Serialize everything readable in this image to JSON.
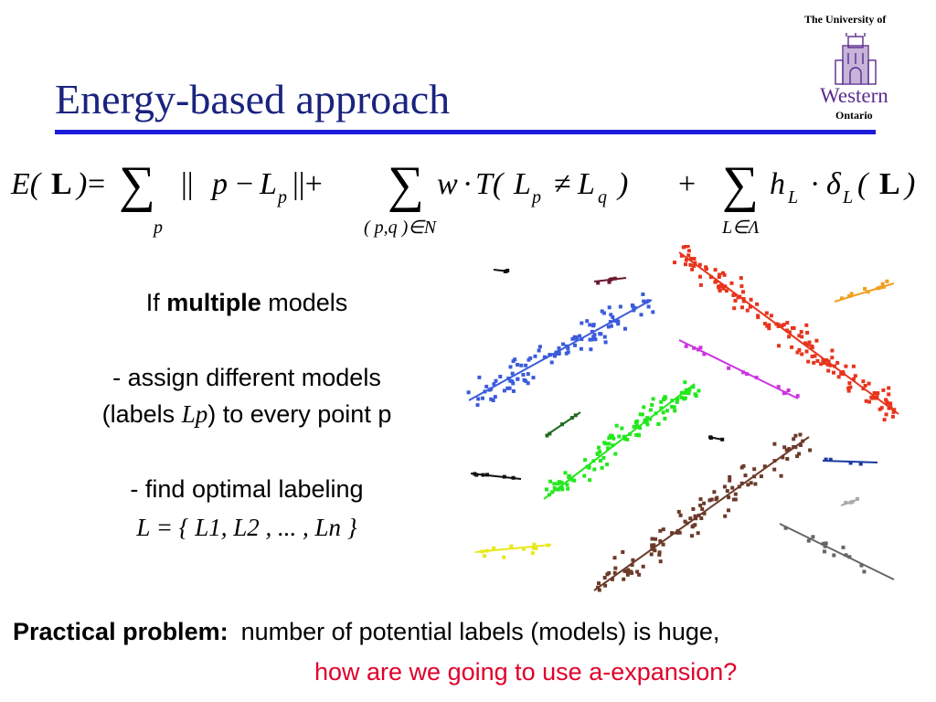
{
  "header": {
    "title": "Energy-based approach",
    "university_top": "The University of",
    "university_name": "Western",
    "university_sub": "Ontario"
  },
  "formula": {
    "lhs": "E( L ) =",
    "term1": "|| p − Lp ||+",
    "term1_sub": "p",
    "term2": "w · T( Lp ≠ Lq )",
    "term2_sub": "( p,q )∈N",
    "plus": "+",
    "term3": "hL · δL( L )",
    "term3_sub": "L∈Λ"
  },
  "body": {
    "p1_pre": "If",
    "p1_bold": "multiple",
    "p1_post": "models",
    "p2_line1": "- assign different models",
    "p2_line2_pre": "(labels",
    "p2_line2_var": "Lp",
    "p2_line2_post": ") to every point p",
    "p3_line1": "- find optimal labeling",
    "p3_line2": "L = { L1, L2 , ... , Ln }"
  },
  "footer": {
    "problem_label": "Practical problem:",
    "problem_text": "number of potential labels (models) is huge,",
    "question": "how are we going to use a-expansion?"
  },
  "colors": {
    "title": "#1a237e",
    "rule": "#1b1bdc",
    "question": "#e0002a",
    "logo": "#5b2c8f"
  },
  "chart_data": {
    "type": "scatter",
    "clusters": [
      {
        "color": "#3b5bdb",
        "line": [
          [
            18,
            170
          ],
          [
            218,
            60
          ]
        ],
        "n": 110,
        "spread": 22
      },
      {
        "color": "#e8341c",
        "line": [
          [
            248,
            8
          ],
          [
            488,
            185
          ]
        ],
        "n": 150,
        "spread": 22
      },
      {
        "color": "#22e81c",
        "line": [
          [
            100,
            278
          ],
          [
            265,
            152
          ]
        ],
        "n": 110,
        "spread": 18
      },
      {
        "color": "#6b3a2a",
        "line": [
          [
            155,
            378
          ],
          [
            390,
            210
          ]
        ],
        "n": 110,
        "spread": 22
      },
      {
        "color": "#cc33e0",
        "line": [
          [
            248,
            104
          ],
          [
            378,
            168
          ]
        ],
        "n": 14,
        "spread": 8
      },
      {
        "color": "#f0a020",
        "line": [
          [
            418,
            62
          ],
          [
            483,
            42
          ]
        ],
        "n": 10,
        "spread": 6
      },
      {
        "color": "#e8e81c",
        "line": [
          [
            25,
            336
          ],
          [
            108,
            328
          ]
        ],
        "n": 12,
        "spread": 12
      },
      {
        "color": "#666666",
        "line": [
          [
            358,
            305
          ],
          [
            483,
            366
          ]
        ],
        "n": 14,
        "spread": 10
      },
      {
        "color": "#1a3aa0",
        "line": [
          [
            405,
            236
          ],
          [
            465,
            238
          ]
        ],
        "n": 4,
        "spread": 3
      },
      {
        "color": "#1f6b1f",
        "line": [
          [
            103,
            208
          ],
          [
            140,
            183
          ]
        ],
        "n": 5,
        "spread": 4
      },
      {
        "color": "#111111",
        "line": [
          [
            20,
            250
          ],
          [
            75,
            256
          ]
        ],
        "n": 6,
        "spread": 3
      },
      {
        "color": "#6b1a30",
        "line": [
          [
            155,
            40
          ],
          [
            190,
            36
          ]
        ],
        "n": 5,
        "spread": 3
      },
      {
        "color": "#111111",
        "line": [
          [
            45,
            27
          ],
          [
            62,
            29
          ]
        ],
        "n": 3,
        "spread": 2
      },
      {
        "color": "#111111",
        "line": [
          [
            280,
            210
          ],
          [
            296,
            213
          ]
        ],
        "n": 3,
        "spread": 2
      },
      {
        "color": "#aaaaaa",
        "line": [
          [
            425,
            285
          ],
          [
            445,
            278
          ]
        ],
        "n": 4,
        "spread": 3
      }
    ]
  }
}
